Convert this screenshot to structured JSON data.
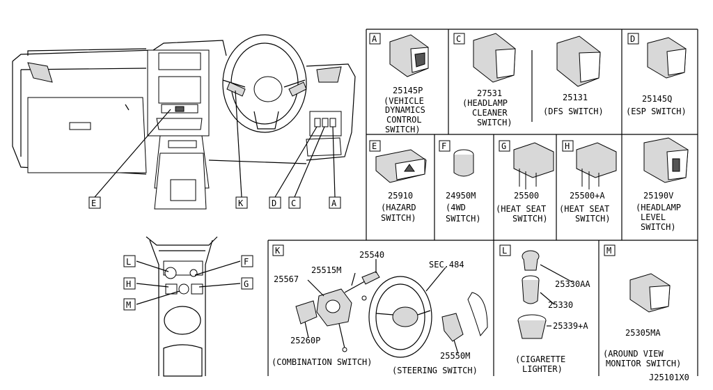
{
  "callouts": {
    "E": "E",
    "K": "K",
    "D": "D",
    "C": "C",
    "A": "A",
    "L": "L",
    "F": "F",
    "H": "H",
    "G": "G",
    "M": "M"
  },
  "panels": [
    {
      "letter": "A",
      "part": "25145P",
      "desc": [
        "(VEHICLE",
        "DYNAMICS",
        "CONTROL",
        "SWITCH)"
      ]
    },
    {
      "letter": "C",
      "part": "27531",
      "desc": [
        "(HEADLAMP",
        "CLEANER",
        "SWITCH)"
      ]
    },
    {
      "letter": "",
      "part": "25131",
      "desc": [
        "(DFS SWITCH)"
      ]
    },
    {
      "letter": "D",
      "part": "25145Q",
      "desc": [
        "(ESP SWITCH)"
      ]
    },
    {
      "letter": "E",
      "part": "25910",
      "desc": [
        "(HAZARD",
        "SWITCH)"
      ]
    },
    {
      "letter": "F",
      "part": "24950M",
      "desc": [
        "(4WD",
        "SWITCH)"
      ]
    },
    {
      "letter": "G",
      "part": "25500",
      "desc": [
        "(HEAT SEAT",
        "SWITCH)"
      ]
    },
    {
      "letter": "H",
      "part": "25500+A",
      "desc": [
        "(HEAT SEAT",
        "SWITCH)"
      ]
    },
    {
      "letter": "",
      "part": "25190V",
      "desc": [
        "(HEADLAMP",
        "LEVEL",
        "SWITCH)"
      ]
    },
    {
      "letter": "K",
      "part": "",
      "desc": [
        "(COMBINATION SWITCH)",
        "(STEERING SWITCH)"
      ]
    },
    {
      "letter": "L",
      "part": "",
      "desc": [
        "(CIGARETTE",
        "LIGHTER)"
      ]
    },
    {
      "letter": "M",
      "part": "25305MA",
      "desc": [
        "(AROUND VIEW",
        "MONITOR SWITCH)"
      ]
    }
  ],
  "k_parts": [
    "25540",
    "25515M",
    "25567",
    "SEC.484",
    "25260P",
    "25550M"
  ],
  "l_parts": [
    "25330AA",
    "25330",
    "25339+A"
  ],
  "diagram_id": "J25101X0"
}
